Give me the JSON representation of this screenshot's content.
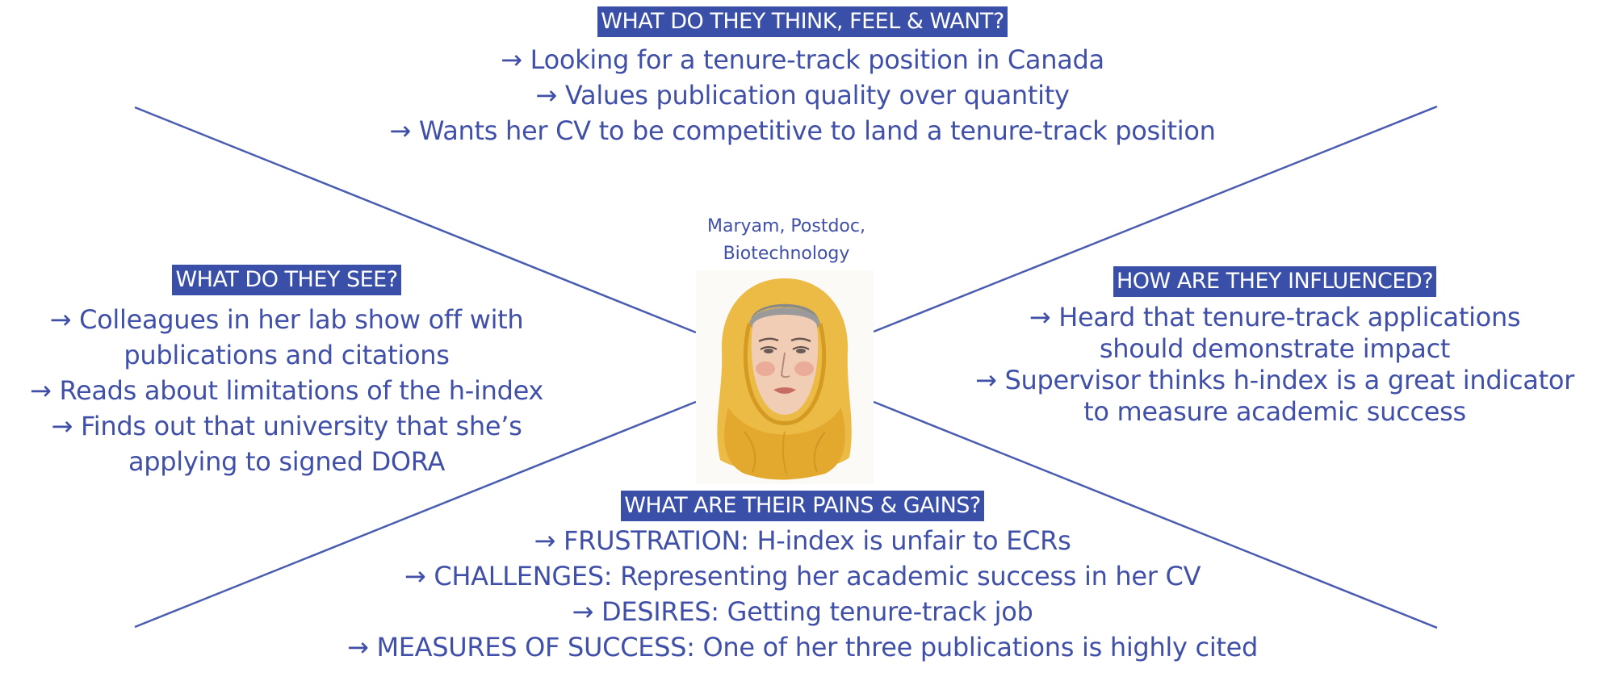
{
  "persona": {
    "name_line1": "Maryam, Postdoc,",
    "name_line2": "Biotechnology"
  },
  "arrow_glyph": "→",
  "sections": {
    "think": {
      "heading": "WHAT DO THEY THINK, FEEL & WANT?",
      "items": [
        "Looking for a tenure-track position in Canada",
        "Values publication quality over quantity",
        "Wants her CV to be competitive to land a tenure-track position"
      ]
    },
    "see": {
      "heading": "WHAT DO THEY SEE?",
      "items": [
        "Colleagues in her lab show off with",
        "publications and citations",
        "Reads about limitations of the h-index",
        "Finds out that university that she’s",
        "applying to signed DORA"
      ]
    },
    "influenced": {
      "heading": "HOW ARE THEY INFLUENCED?",
      "items": [
        "Heard that tenure-track applications",
        "should demonstrate impact",
        "Supervisor thinks h-index is a great indicator",
        "to measure academic success"
      ]
    },
    "pains": {
      "heading": "WHAT ARE THEIR PAINS & GAINS?",
      "items": [
        "FRUSTRATION: H-index is unfair to ECRs",
        "CHALLENGES: Representing her academic success in her CV",
        "DESIRES: Getting tenure-track job",
        "MEASURES OF SUCCESS: One of her three publications is highly cited"
      ]
    }
  },
  "colors": {
    "accent": "#3a4fa8",
    "text": "#4050a8",
    "line": "#4a5cb0",
    "scarf": "#e8b83a",
    "skin": "#f0c8b0"
  }
}
